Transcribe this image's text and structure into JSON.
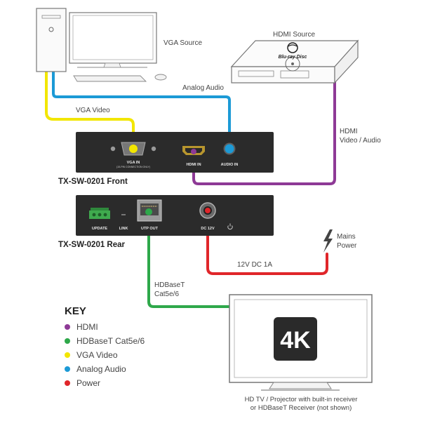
{
  "devices": {
    "vga_source": "VGA Source",
    "hdmi_source": "HDMI Source",
    "bluray_logo": "Blu-ray Disc",
    "front_name": "TX-SW-0201 Front",
    "rear_name": "TX-SW-0201 Rear",
    "tv_caption_line1": "HD TV / Projector with built-in receiver",
    "tv_caption_line2": "or HDBaseT Receiver (not shown)",
    "tv_badge": "4K",
    "mains_line1": "Mains",
    "mains_line2": "Power"
  },
  "front_panel": {
    "vga_in": "VGA IN",
    "vga_note": "(15-PIN CONNECTION ONLY)",
    "hdmi_in": "HDMI IN",
    "audio_in": "AUDIO IN"
  },
  "rear_panel": {
    "update": "UPDATE",
    "link": "LINK",
    "utp_out": "UTP OUT",
    "dc_12v": "DC 12V"
  },
  "cables": {
    "analog_audio": "Analog Audio",
    "vga_video": "VGA Video",
    "hdmi_line1": "HDMI",
    "hdmi_line2": "Video / Audio",
    "hdbaset_line1": "HDBaseT",
    "hdbaset_line2": "Cat5e/6",
    "dc": "12V DC 1A"
  },
  "key": {
    "title": "KEY",
    "items": [
      {
        "label": "HDMI",
        "color": "#8e3a96"
      },
      {
        "label": "HDBaseT Cat5e/6",
        "color": "#2ea84a"
      },
      {
        "label": "VGA Video",
        "color": "#f2e600"
      },
      {
        "label": "Analog Audio",
        "color": "#1c9ad6"
      },
      {
        "label": "Power",
        "color": "#e0262a"
      }
    ]
  },
  "colors": {
    "hdmi": "#8e3a96",
    "hdbaset": "#2ea84a",
    "vga": "#f2e600",
    "audio": "#1c9ad6",
    "power": "#e0262a",
    "panel": "#2b2b2b"
  }
}
